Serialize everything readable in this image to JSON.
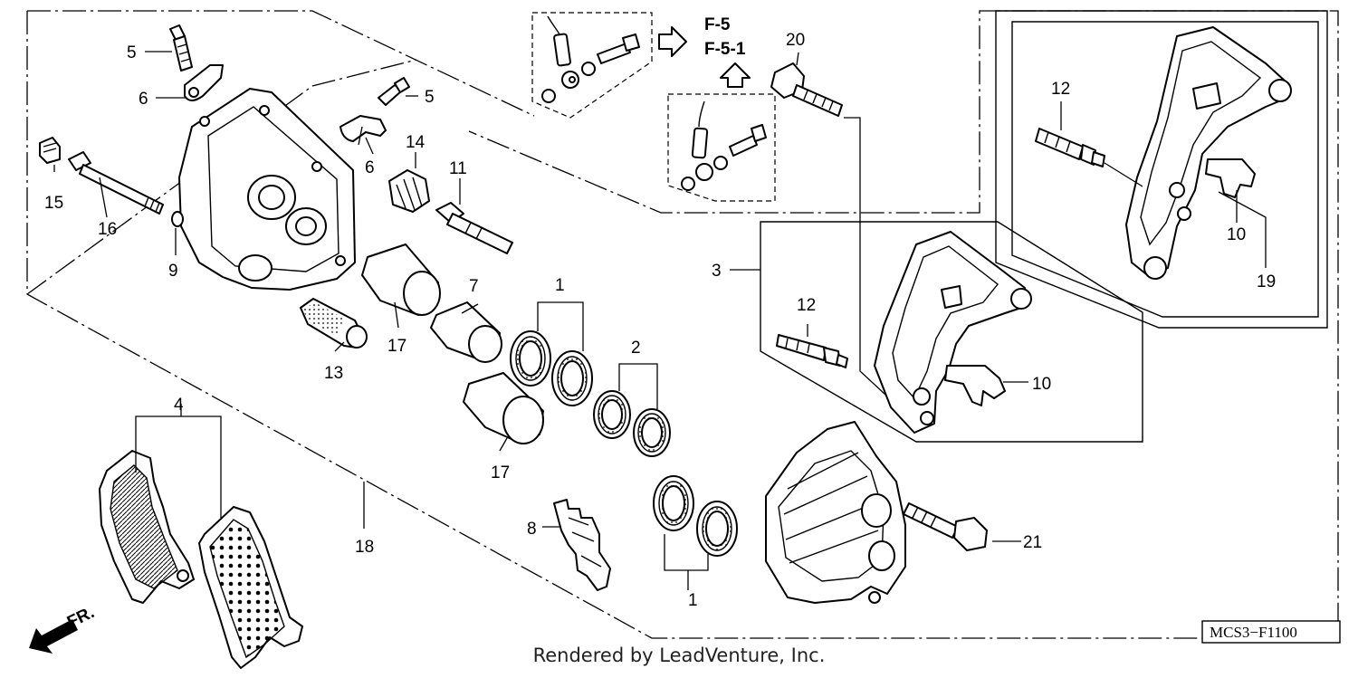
{
  "diagram": {
    "callouts": [
      "1",
      "1",
      "2",
      "3",
      "4",
      "5",
      "5",
      "6",
      "6",
      "7",
      "8",
      "9",
      "10",
      "10",
      "11",
      "12",
      "12",
      "13",
      "14",
      "15",
      "16",
      "17",
      "17",
      "18",
      "19",
      "20",
      "21"
    ],
    "refs": [
      "F-5",
      "F-5-1"
    ],
    "fr_label": "FR.",
    "drawing_code": "MCS3−F1100"
  },
  "footer": {
    "credit": "Rendered by LeadVenture, Inc."
  },
  "colors": {
    "line": "#000000",
    "background": "#ffffff"
  }
}
